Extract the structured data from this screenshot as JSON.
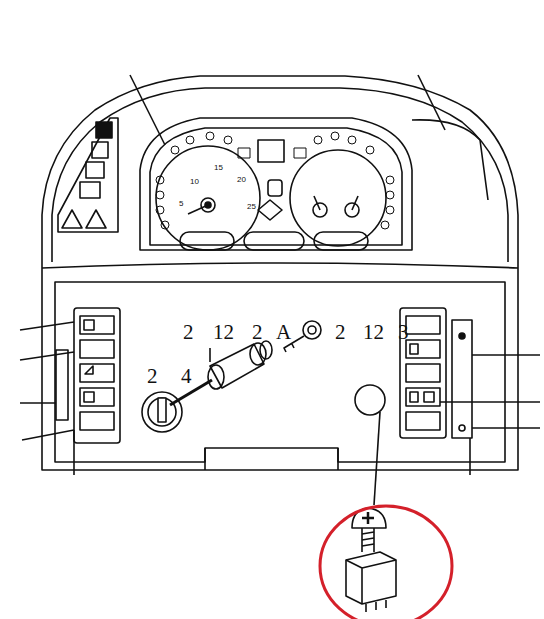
{
  "diagram": {
    "labels": [
      "2",
      "12",
      "2",
      "A",
      "2",
      "12",
      "3",
      "2",
      "4",
      "5",
      "10",
      "15",
      "20",
      "25"
    ]
  }
}
